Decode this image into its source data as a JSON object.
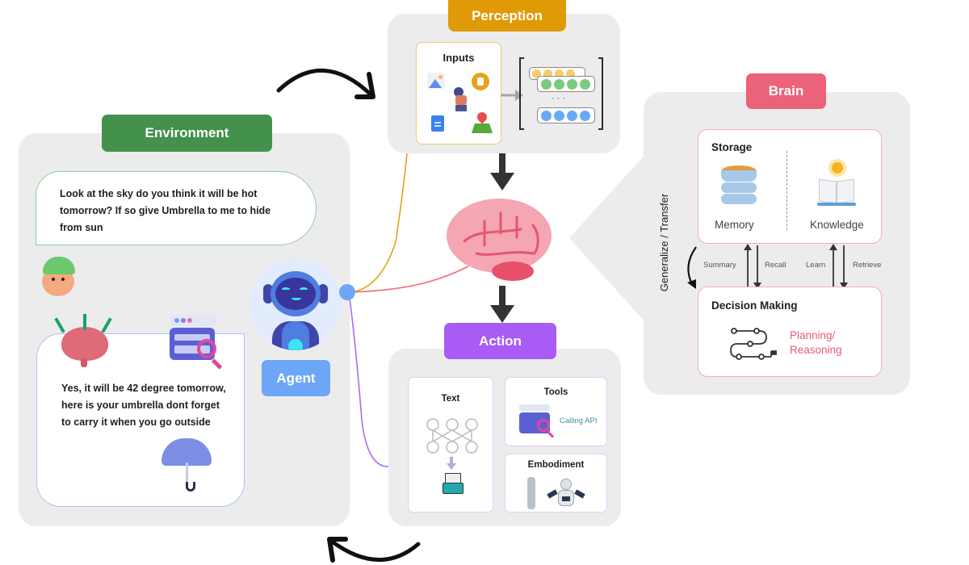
{
  "environment": {
    "title": "Environment",
    "color": "#43914b",
    "user_message": "Look at the sky do you think it will be hot tomorrow? If so give Umbrella to me to hide from sun",
    "agent_reply": "Yes, it will be 42 degree tomorrow, here is your umbrella dont forget to carry it when you go outside",
    "agent_label": "Agent",
    "agent_color": "#6ea6f7"
  },
  "perception": {
    "title": "Perception",
    "color": "#e09a06",
    "inputs_label": "Inputs",
    "ellipsis": "· · ·"
  },
  "action": {
    "title": "Action",
    "color": "#a85cf5",
    "text_label": "Text",
    "tools_label": "Tools",
    "tools_caption": "Calling API",
    "embodiment_label": "Embodiment"
  },
  "brain": {
    "title": "Brain",
    "color": "#ea6379",
    "storage_label": "Storage",
    "memory_label": "Memory",
    "knowledge_label": "Knowledge",
    "side_label": "Generalize / Transfer",
    "arrow_labels": [
      "Summary",
      "Recall",
      "Learn",
      "Retrieve"
    ],
    "decision_label": "Decision Making",
    "planning_label": "Planning/",
    "reasoning_label": "Reasoning"
  }
}
